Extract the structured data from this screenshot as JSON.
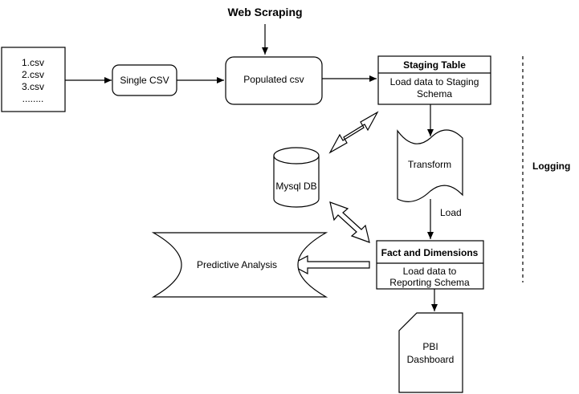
{
  "title": "Web Scraping",
  "side_label": "Logging",
  "csv_files": {
    "lines": [
      "1.csv",
      "2.csv",
      "3.csv",
      "........"
    ]
  },
  "single_csv": "Single CSV",
  "populated_csv": "Populated csv",
  "staging": {
    "header": "Staging Table",
    "body": [
      "Load data to Staging",
      "Schema"
    ]
  },
  "transform": "Transform",
  "load_label": "Load",
  "mysql": "Mysql DB",
  "fact": {
    "header": "Fact and Dimensions",
    "body": [
      "Load data to",
      "Reporting Schema"
    ]
  },
  "predictive": "Predictive Analysis",
  "pbi": [
    "PBI",
    "Dashboard"
  ]
}
